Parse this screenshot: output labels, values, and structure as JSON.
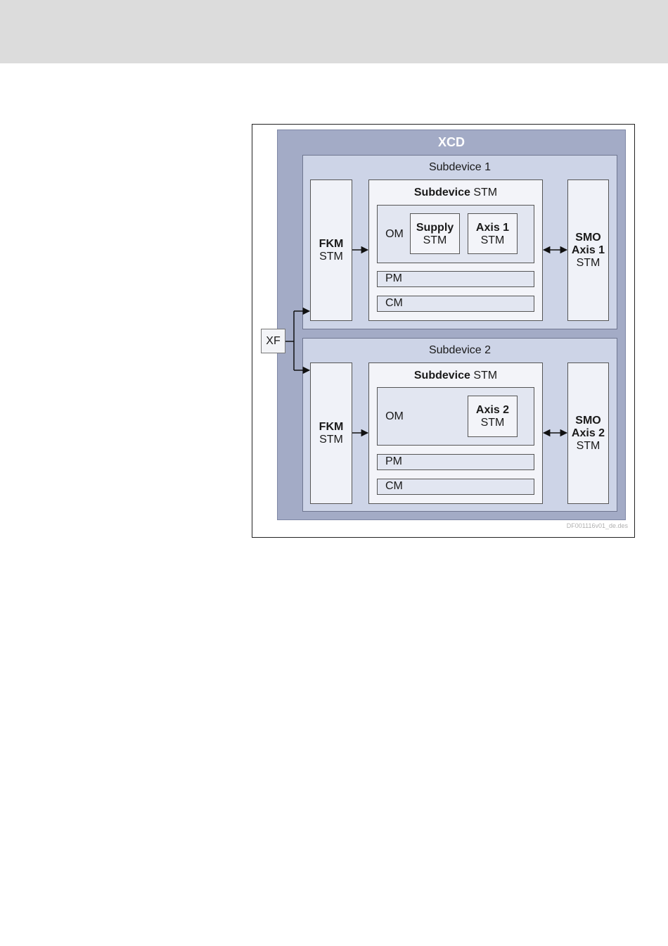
{
  "diagram": {
    "title": "XCD",
    "xf_label": "XF",
    "file_code": "DF001116v01_de.des",
    "subdevices": [
      {
        "title": "Subdevice 1",
        "fkm": {
          "bold": "FKM",
          "text": "STM"
        },
        "stm": {
          "bold": "Subdevice",
          "text": " STM"
        },
        "om_label": "OM",
        "om_items": [
          {
            "bold": "Supply",
            "text": "STM"
          },
          {
            "bold": "Axis 1",
            "text": "STM"
          }
        ],
        "pm_label": "PM",
        "cm_label": "CM",
        "smo": {
          "bold1": "SMO",
          "bold2": "Axis 1",
          "text": "STM"
        }
      },
      {
        "title": "Subdevice 2",
        "fkm": {
          "bold": "FKM",
          "text": "STM"
        },
        "stm": {
          "bold": "Subdevice",
          "text": " STM"
        },
        "om_label": "OM",
        "om_items": [
          {
            "bold": "Axis 2",
            "text": "STM"
          }
        ],
        "pm_label": "PM",
        "cm_label": "CM",
        "smo": {
          "bold1": "SMO",
          "bold2": "Axis 2",
          "text": "STM"
        }
      }
    ]
  }
}
